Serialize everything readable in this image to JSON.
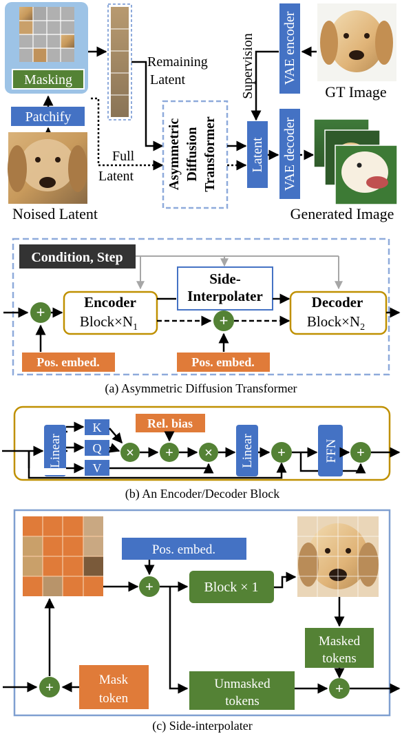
{
  "figure_a_top": {
    "masking": "Masking",
    "patchify": "Patchify",
    "remaining_latent_1": "Remaining",
    "remaining_latent_2": "Latent",
    "full_latent_1": "Full",
    "full_latent_2": "Latent",
    "noised_latent": "Noised Latent",
    "adt_1": "Asymmetric",
    "adt_2": "Diffusion",
    "adt_3": "Transformer",
    "supervision": "Supervision",
    "latent": "Latent",
    "vae_encoder": "VAE encoder",
    "vae_decoder": "VAE decoder",
    "gt_image": "GT Image",
    "generated_image": "Generated Image"
  },
  "figure_a": {
    "condition_step": "Condition, Step",
    "encoder_title": "Encoder",
    "encoder_sub": "Block×N",
    "encoder_sub_index": "1",
    "side_interp_1": "Side-",
    "side_interp_2": "Interpolater",
    "decoder_title": "Decoder",
    "decoder_sub": "Block×N",
    "decoder_sub_index": "2",
    "pos_embed_1": "Pos. embed.",
    "pos_embed_2": "Pos. embed.",
    "caption": "(a) Asymmetric Diffusion Transformer"
  },
  "figure_b": {
    "linear_1": "Linear",
    "k": "K",
    "q": "Q",
    "v": "V",
    "rel_bias": "Rel. bias",
    "linear_2": "Linear",
    "ffn": "FFN",
    "caption": "(b) An Encoder/Decoder Block"
  },
  "figure_c": {
    "pos_embed": "Pos. embed.",
    "block": "Block × 1",
    "masked_tokens_1": "Masked",
    "masked_tokens_2": "tokens",
    "mask_token_1": "Mask",
    "mask_token_2": "token",
    "unmasked_tokens_1": "Unmasked",
    "unmasked_tokens_2": "tokens",
    "caption": "(c) Side-interpolater"
  },
  "colors": {
    "blue_box": "#4472c4",
    "green_box": "#548235",
    "orange_box": "#e07b39",
    "dark_box": "#333333",
    "dashed_border": "#8eaadb",
    "gold_border": "#bf9000",
    "light_blue_panel": "#9dc3e6"
  }
}
